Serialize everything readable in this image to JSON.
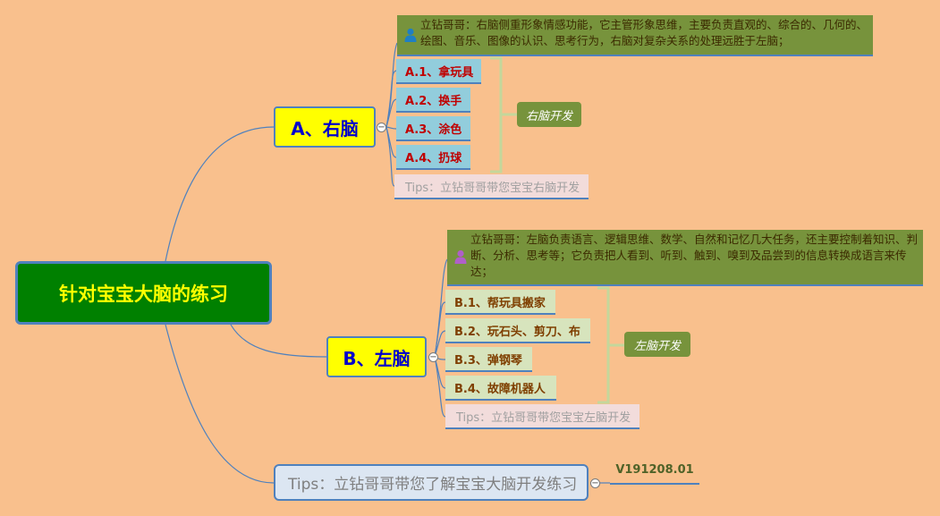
{
  "root": {
    "label": "针对宝宝大脑的练习"
  },
  "branch_a": {
    "label": "A、右脑",
    "note": "立钻哥哥：右脑侧重形象情感功能，它主管形象思维，主要负责直观的、综合的、几何的、绘图、音乐、图像的认识、思考行为，右脑对复杂关系的处理远胜于左脑；",
    "note_icon": "user-icon",
    "items": [
      "A.1、拿玩具",
      "A.2、换手",
      "A.3、涂色",
      "A.4、扔球"
    ],
    "tips": "Tips：立钻哥哥带您宝宝右脑开发",
    "summary": "右脑开发"
  },
  "branch_b": {
    "label": "B、左脑",
    "note": "立钻哥哥：左脑负责语言、逻辑思维、数学、自然和记忆几大任务，还主要控制着知识、判断、分析、思考等；它负责把人看到、听到、触到、嗅到及品尝到的信息转换成语言来传达；",
    "note_icon": "user-icon",
    "items": [
      "B.1、帮玩具搬家",
      "B.2、玩石头、剪刀、布",
      "B.3、弹钢琴",
      "B.4、故障机器人"
    ],
    "tips": "Tips：立钻哥哥带您宝宝左脑开发",
    "summary": "左脑开发"
  },
  "tips_main": {
    "label": "Tips：立钻哥哥带您了解宝宝大脑开发练习"
  },
  "version": {
    "label": "V191208.01"
  },
  "colors": {
    "background": "#f9c08d",
    "root_fill": "#008000",
    "root_text": "#ffff00",
    "branch_fill": "#ffff00",
    "branch_text": "#0000cc",
    "note_fill": "#77933c",
    "leaf_a_fill": "#92cddc",
    "leaf_a_text": "#c00000",
    "leaf_b_fill": "#d7e4bd",
    "leaf_b_text": "#7f3f00",
    "connector": "#4f81bd",
    "bracket": "#c4d79b"
  }
}
